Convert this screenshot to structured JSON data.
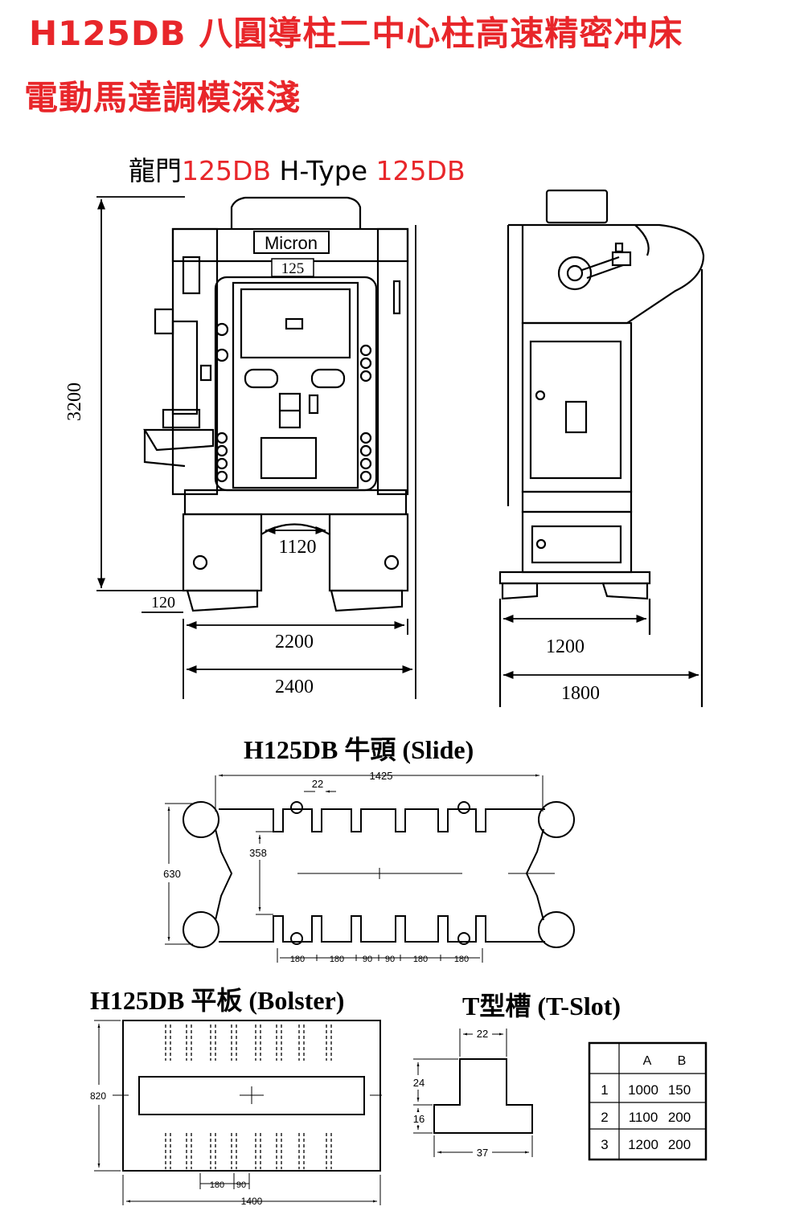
{
  "header": {
    "title_line1": "H125DB 八圓導柱二中心柱高速精密冲床",
    "title_line2": "電動馬達調模深淺"
  },
  "machine": {
    "caption_black1": "龍門",
    "caption_red1": "125DB",
    "caption_black2": "H-Type",
    "caption_red2": "125DB",
    "brand": "Micron",
    "model_plate": "125",
    "dims": {
      "height": "3200",
      "base": "120",
      "inner_width": "1120",
      "width_inner": "2200",
      "width_outer": "2400",
      "depth_inner": "1200",
      "depth_outer": "1800"
    }
  },
  "slide": {
    "title": "H125DB 牛頭 (Slide)",
    "dims": {
      "length": "1425",
      "slot": "22",
      "inner": "358",
      "height": "630",
      "pitch": [
        "180",
        "180",
        "90",
        "90",
        "180",
        "180"
      ]
    }
  },
  "bolster": {
    "title": "H125DB 平板 (Bolster)",
    "dims": {
      "height": "820",
      "pitch_a": "180",
      "pitch_b": "90",
      "width": "1400"
    }
  },
  "tslot": {
    "title": "T型槽 (T-Slot)",
    "dims": {
      "top": "22",
      "upper": "24",
      "lower": "16",
      "bottom": "37"
    },
    "table": {
      "headers": [
        "A",
        "B"
      ],
      "rows": [
        {
          "n": "1",
          "a": "1000",
          "b": "150"
        },
        {
          "n": "2",
          "a": "1100",
          "b": "200"
        },
        {
          "n": "3",
          "a": "1200",
          "b": "200"
        }
      ]
    }
  },
  "colors": {
    "accent": "#e8262a",
    "ink": "#000000"
  }
}
